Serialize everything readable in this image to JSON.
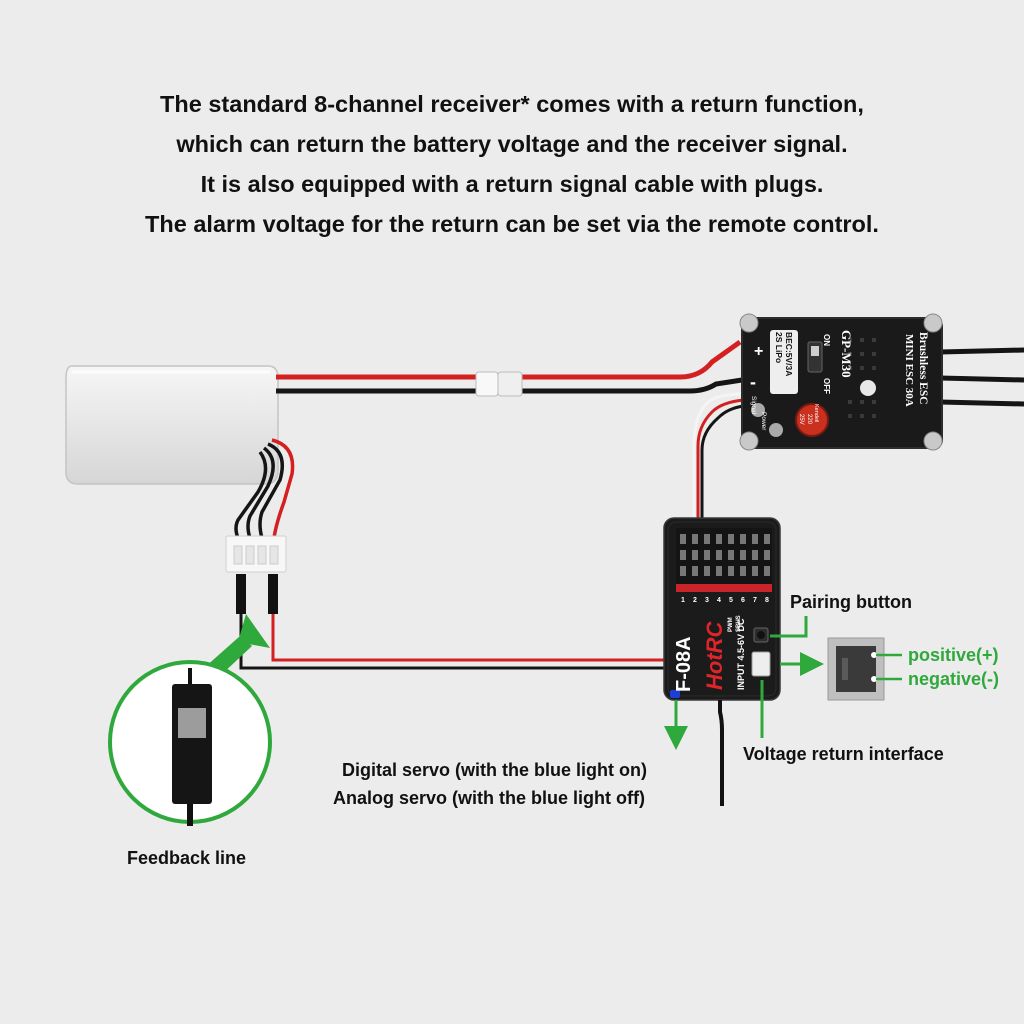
{
  "intro": {
    "line1": "The standard 8-channel receiver* comes with a return function,",
    "line2": "which can return the battery voltage and the receiver signal.",
    "line3": "It is also equipped with a return signal cable with plugs.",
    "line4": "The alarm voltage for the return can be set via the remote control."
  },
  "esc": {
    "title": "Brushless ESC",
    "subtitle": "MINI ESC 30A",
    "model": "GP-M30",
    "bec": "BEC:5V/3A",
    "lipo": "2S LiPo",
    "switch_on": "ON",
    "switch_off": "OFF",
    "plus": "+",
    "minus": "-",
    "signal": "Signal",
    "power": "Power",
    "cap_brand": "Kendeil",
    "cap_value": "220",
    "cap_voltage": "25V"
  },
  "receiver": {
    "brand": "HotRC",
    "model": "F-08A",
    "ports": [
      "1",
      "2",
      "3",
      "4",
      "5",
      "6",
      "7",
      "8"
    ],
    "side_labels": [
      "PWM",
      "SBUS"
    ],
    "power_label": "INPUT 4.5-6V DC"
  },
  "labels": {
    "pairing": "Pairing button",
    "positive": "positive(+)",
    "negative": "negative(-)",
    "voltage_return": "Voltage return interface",
    "digital": "Digital servo (with the blue light on)",
    "analog": "Analog servo (with the blue light off)",
    "feedback": "Feedback line"
  },
  "colors": {
    "accent_green": "#2fa83c",
    "wire_red": "#d42020",
    "wire_black": "#151515",
    "receiver_body": "#1b1b1b",
    "brand_red": "#e0242a"
  }
}
